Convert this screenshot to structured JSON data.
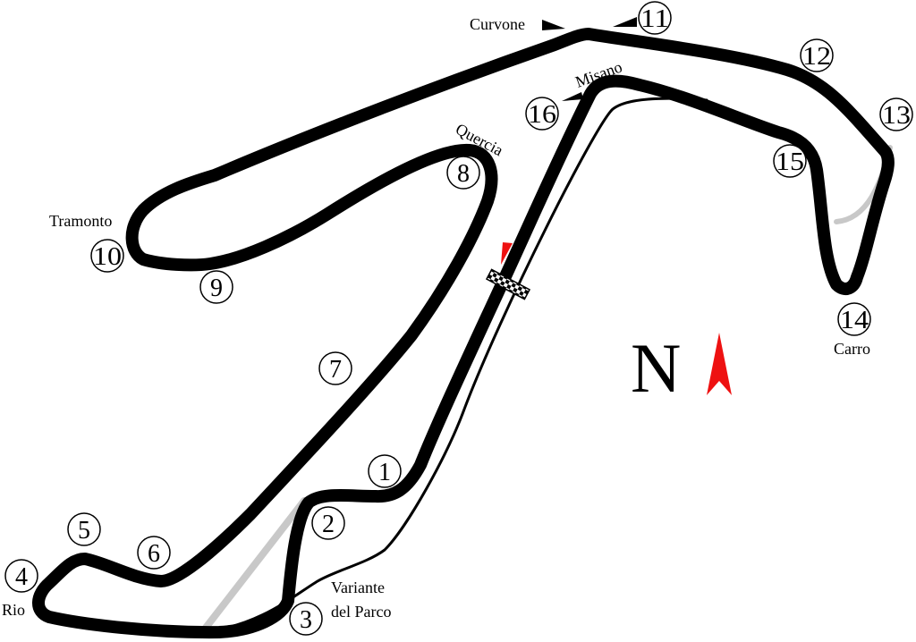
{
  "map": {
    "type": "race-circuit",
    "colors": {
      "track": "#000000",
      "old_layout": "#c8c8c8",
      "pit_lane": "#000000",
      "north_arrow": "#ee1111",
      "start_marker": "#ee1111",
      "background": "#ffffff"
    },
    "compass": {
      "letter": "N",
      "icon": "north-arrow-icon"
    },
    "start_finish_icon": "checkered-flag-icon",
    "turns": [
      {
        "number": "1"
      },
      {
        "number": "2"
      },
      {
        "number": "3",
        "name": "Variante del Parco",
        "name_lines": [
          "Variante",
          "del Parco"
        ]
      },
      {
        "number": "4",
        "name": "Rio"
      },
      {
        "number": "5"
      },
      {
        "number": "6"
      },
      {
        "number": "7"
      },
      {
        "number": "8",
        "name": "Quercia"
      },
      {
        "number": "9"
      },
      {
        "number": "10",
        "name": "Tramonto"
      },
      {
        "number": "11",
        "name": "Curvone"
      },
      {
        "number": "12"
      },
      {
        "number": "13"
      },
      {
        "number": "14",
        "name": "Carro"
      },
      {
        "number": "15"
      },
      {
        "number": "16",
        "name": "Misano"
      }
    ]
  }
}
